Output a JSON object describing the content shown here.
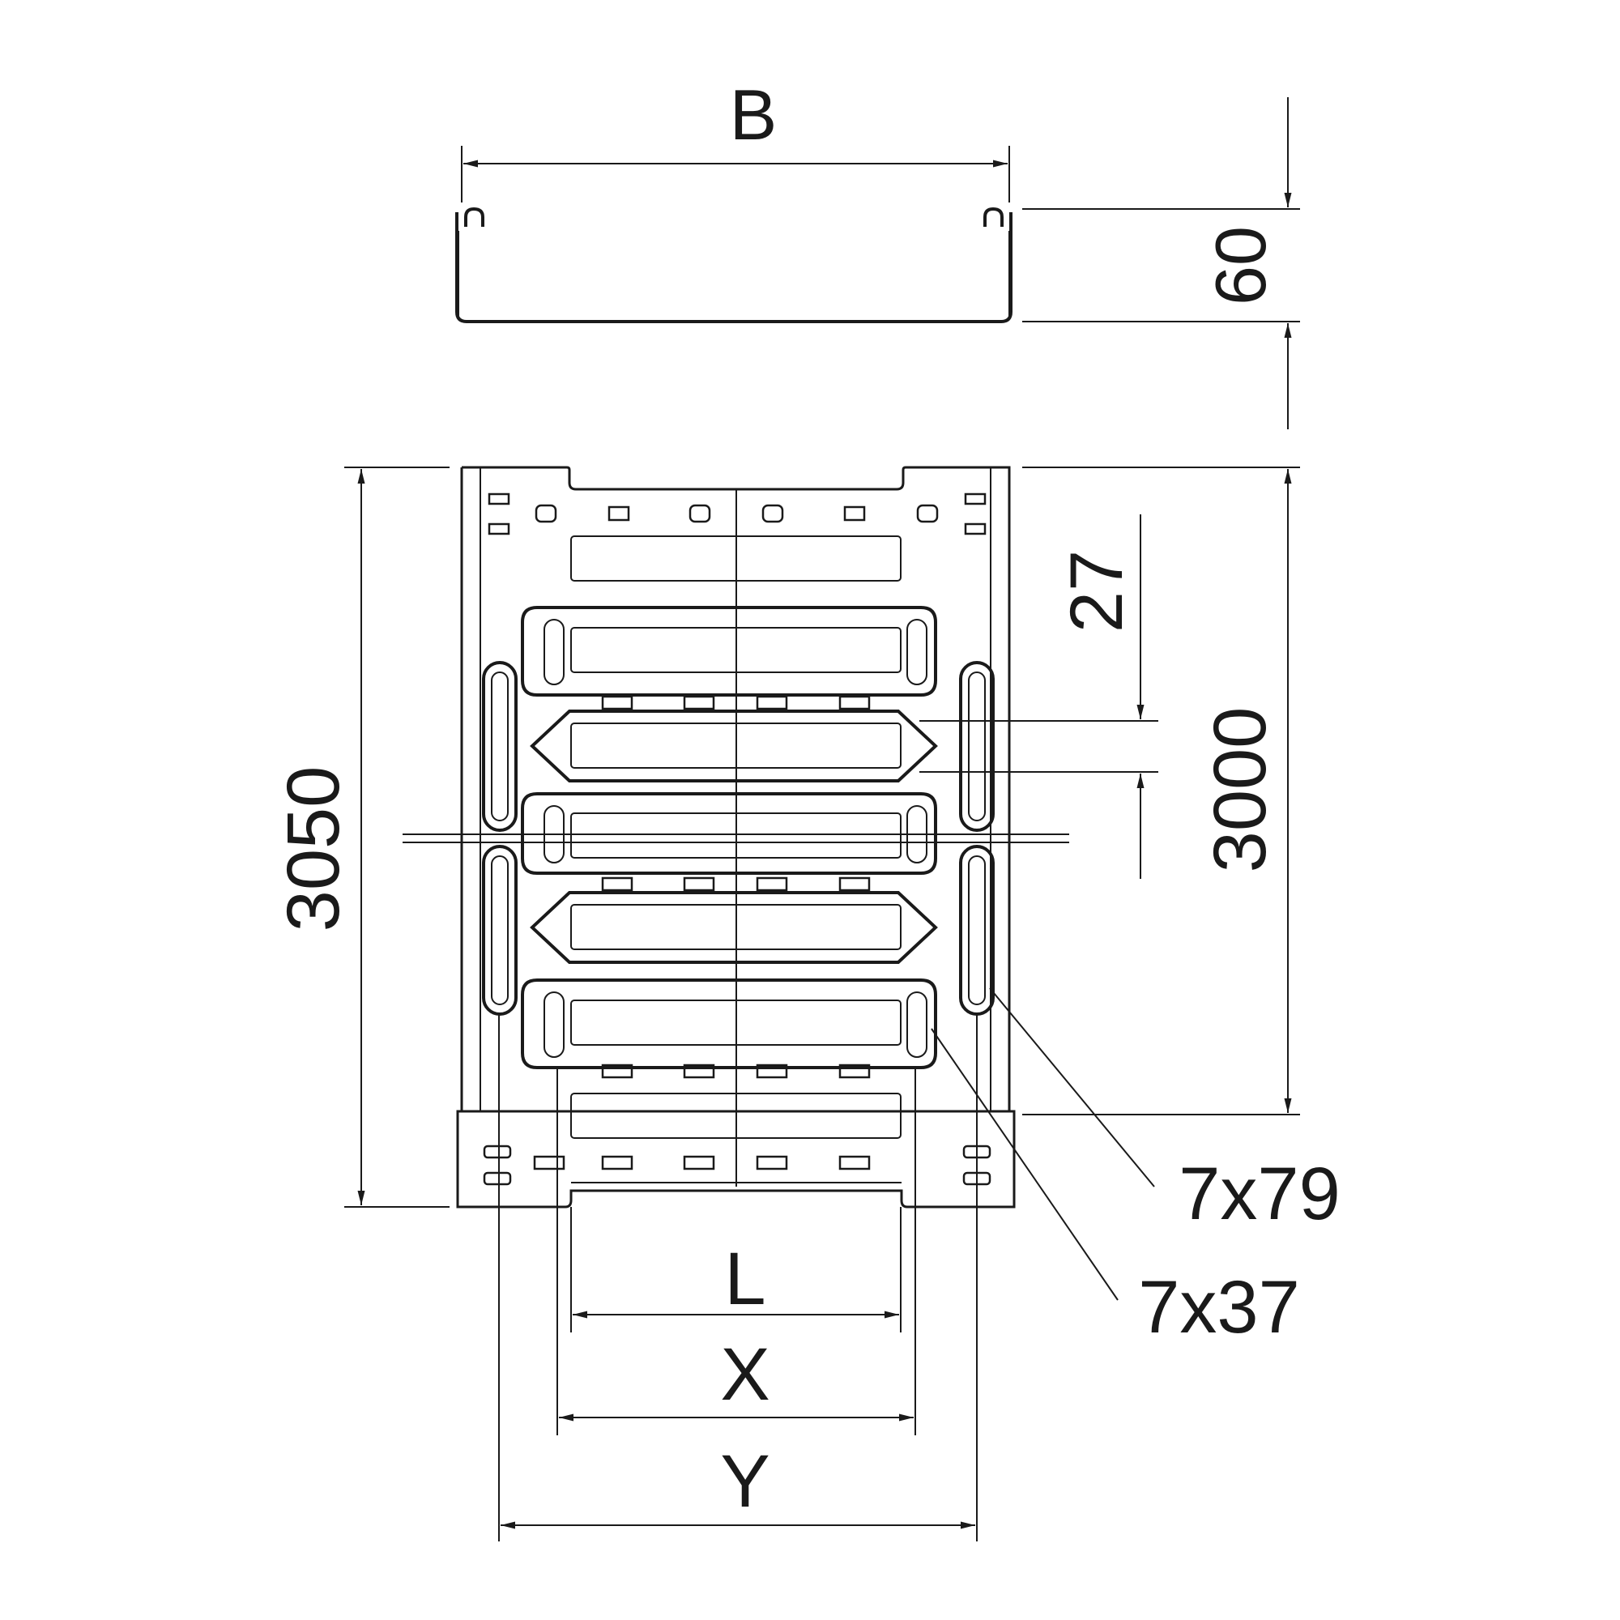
{
  "labels": {
    "width": "B",
    "height": "60",
    "total_length": "3050",
    "usable_length": "3000",
    "slot_spacing": "27",
    "slot_long": "7x79",
    "slot_short": "7x37",
    "dim_l": "L",
    "dim_x": "X",
    "dim_y": "Y"
  },
  "colors": {
    "line": "#1a1a1a",
    "background": "#ffffff"
  }
}
